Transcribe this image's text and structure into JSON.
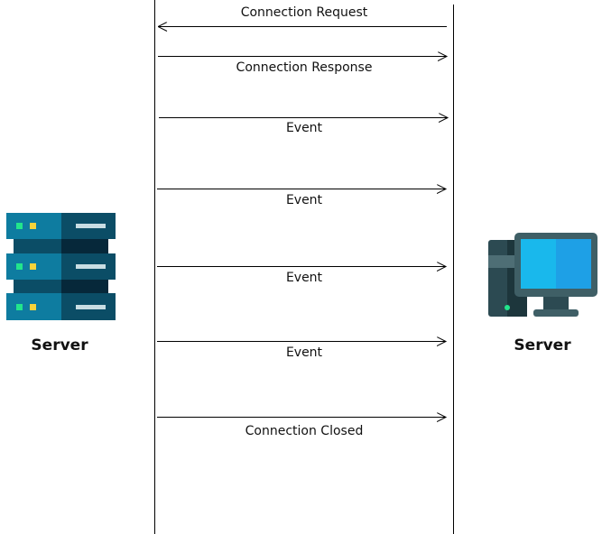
{
  "left_node": {
    "label": "Server",
    "icon": "server-rack-icon"
  },
  "right_node": {
    "label": "Server",
    "icon": "desktop-computer-icon"
  },
  "messages": [
    {
      "label": "Connection Request",
      "direction": "right-to-left"
    },
    {
      "label": "Connection Response",
      "direction": "left-to-right"
    },
    {
      "label": "Event",
      "direction": "left-to-right"
    },
    {
      "label": "Event",
      "direction": "left-to-right"
    },
    {
      "label": "Event",
      "direction": "left-to-right"
    },
    {
      "label": "Event",
      "direction": "left-to-right"
    },
    {
      "label": "Connection Closed",
      "direction": "left-to-right"
    }
  ],
  "colors": {
    "server_teal": "#0e7ca0",
    "server_dark": "#0b4d66",
    "server_darkest": "#06283a",
    "led_green": "#22e58c",
    "led_yellow": "#f7d33a",
    "monitor_frame": "#3f5f66",
    "monitor_screen": "#19b8ec",
    "monitor_screen_dark": "#1ea0e6",
    "tower": "#2c4a52",
    "line": "#000000"
  }
}
